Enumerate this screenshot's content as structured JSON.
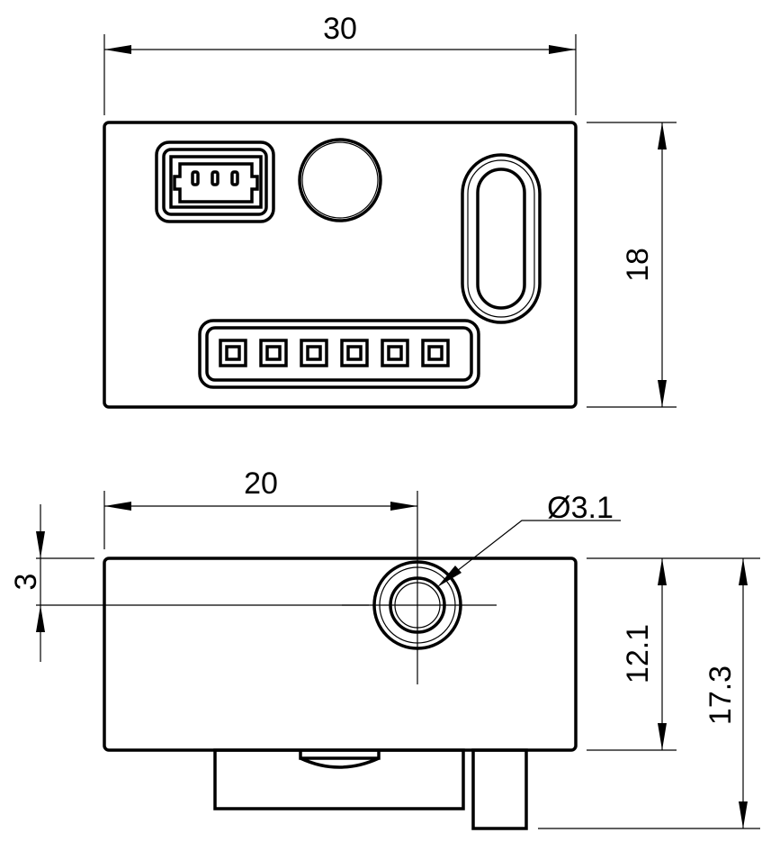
{
  "dimensions": {
    "top_width": "30",
    "top_height": "18",
    "hole_offset_x": "20",
    "hole_diameter": "Ø3.1",
    "hole_offset_y": "3",
    "body_height": "12.1",
    "overall_height": "17.3"
  },
  "colors": {
    "line": "#000000",
    "background": "#ffffff"
  }
}
